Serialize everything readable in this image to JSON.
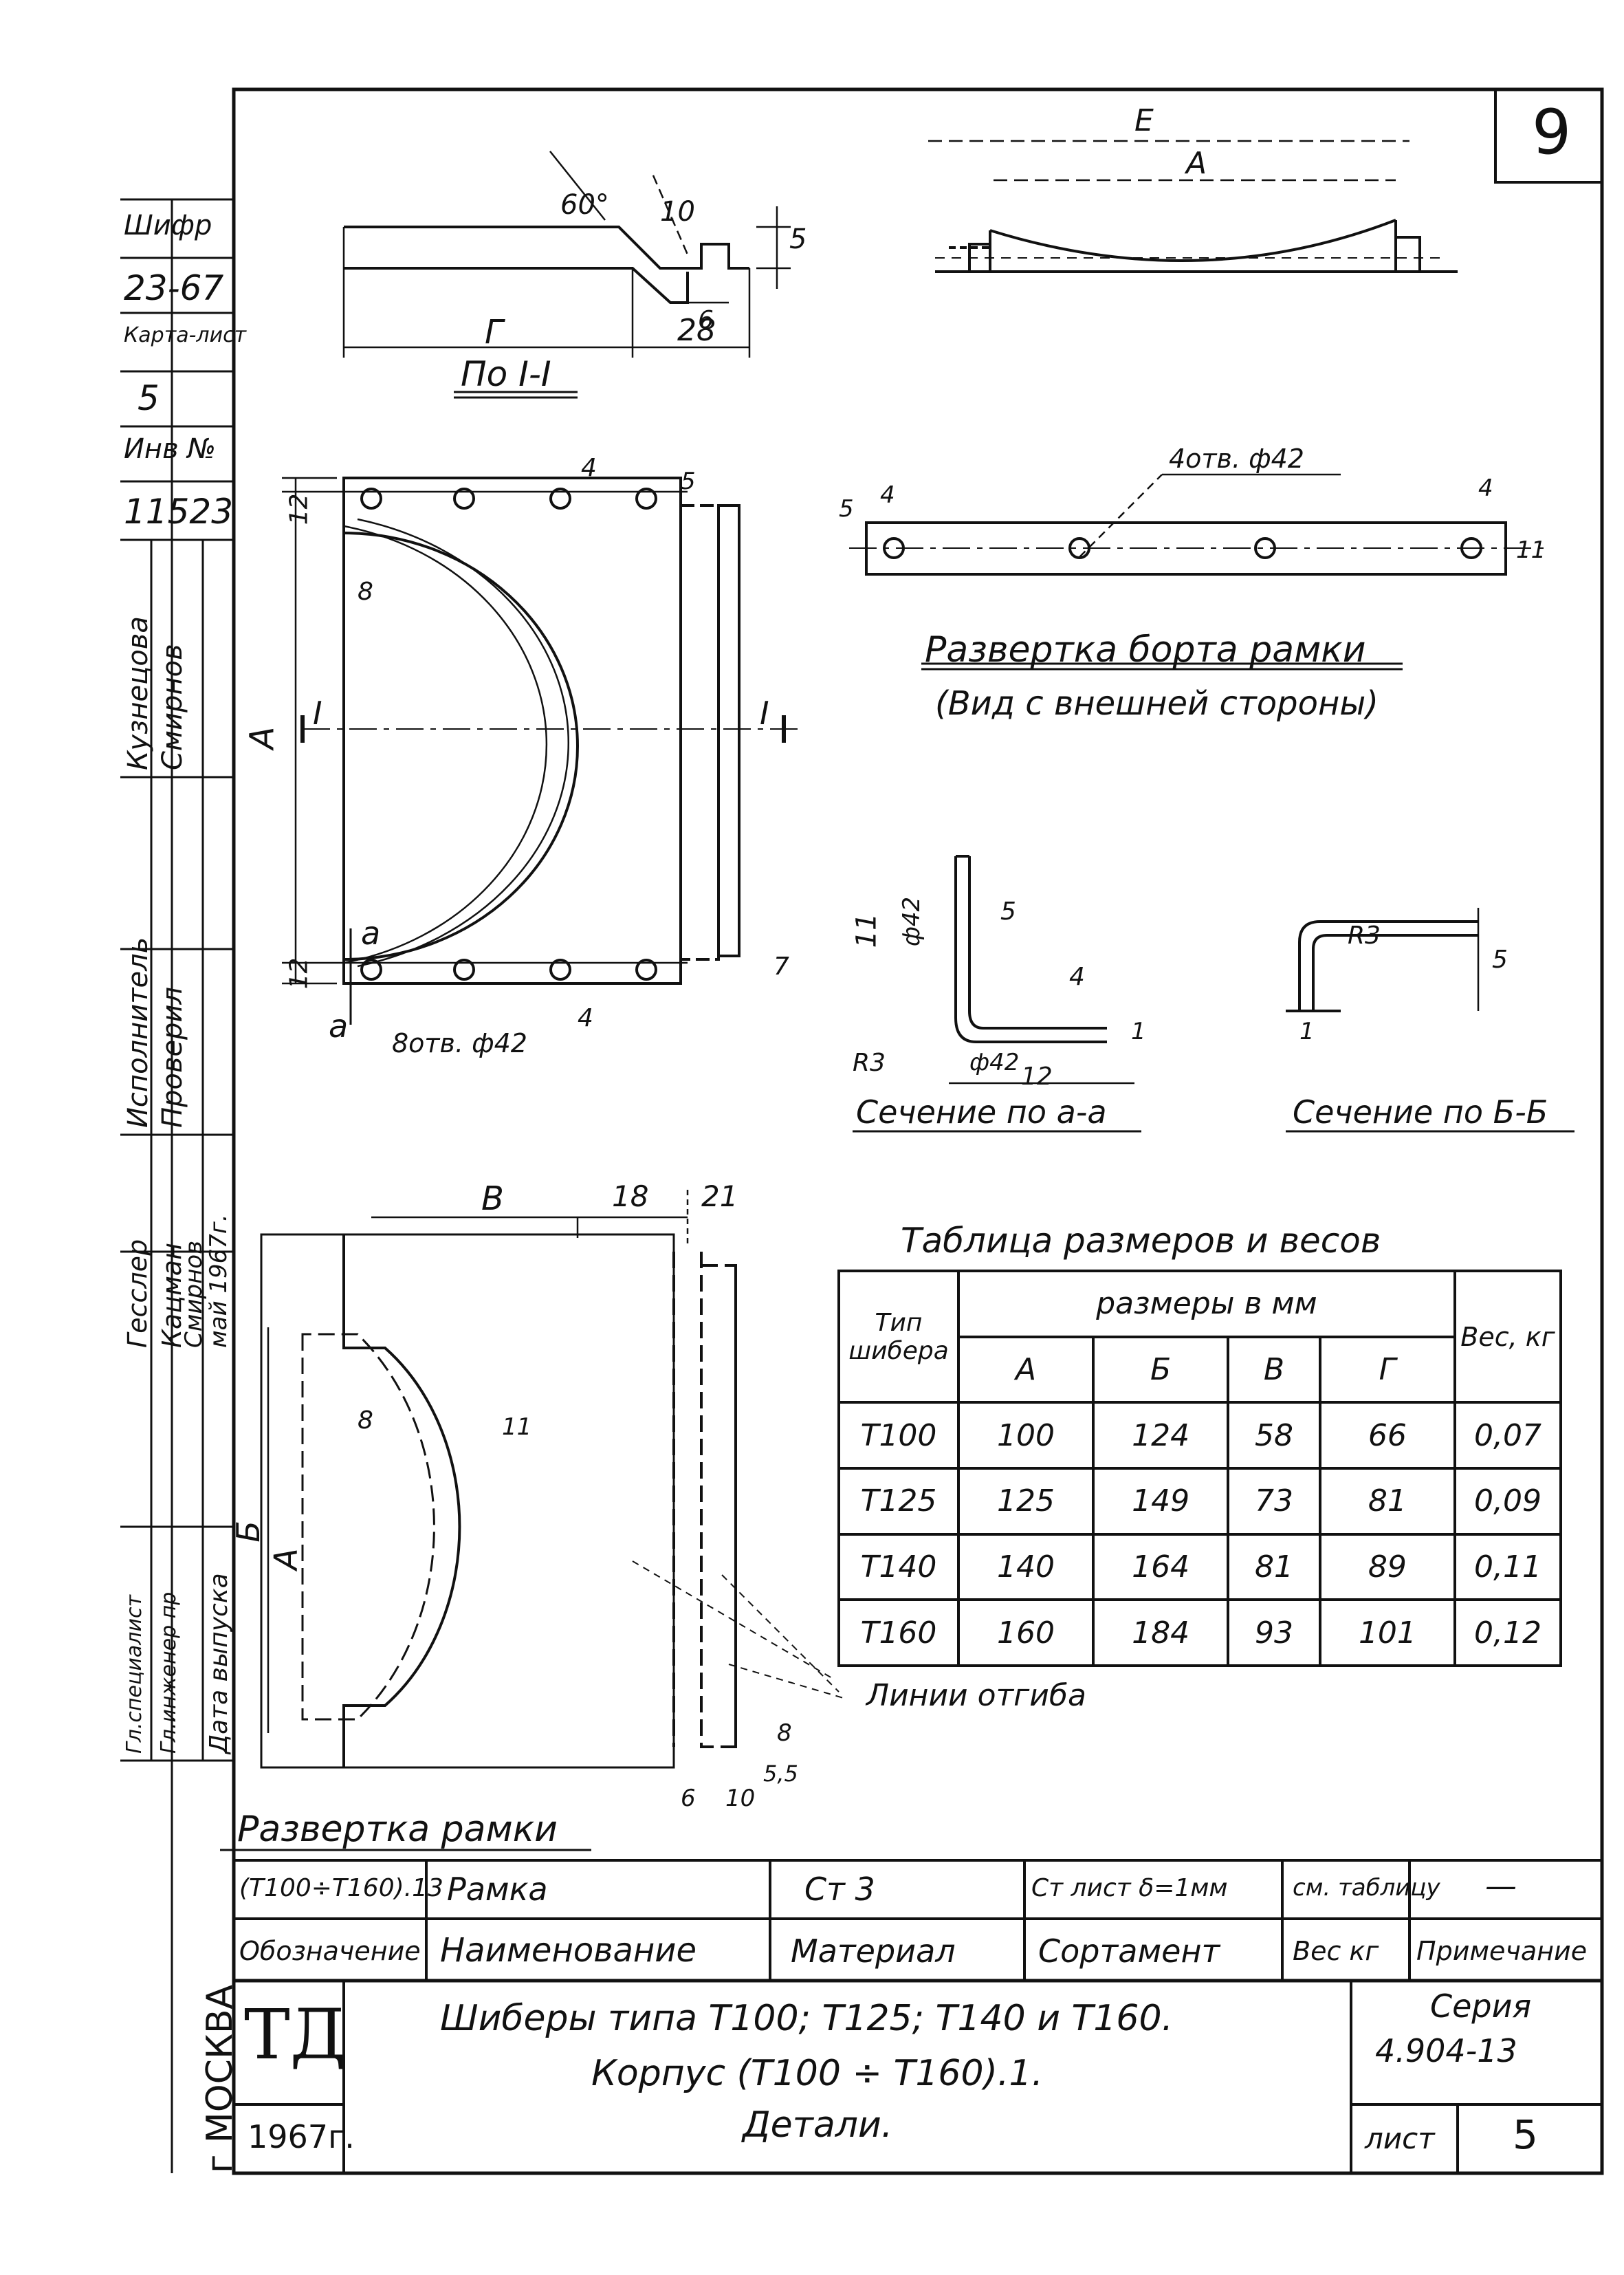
{
  "sheet": {
    "corner_number": "9",
    "side_stamp": {
      "field1_label": "Шифр",
      "field1_value": "23-67",
      "field2_label": "Карта-лист",
      "field2_value": "5",
      "field3_label": "Инв №",
      "field3_value": "11523"
    },
    "signatures": {
      "roles": [
        "Исполнитель",
        "Проверил"
      ],
      "names": [
        "Кузнецова",
        "Смирнов"
      ],
      "roles2": [
        "Гл.специалист",
        "Гл.инженер пр",
        "Дата выпуска"
      ],
      "names2": [
        "Гесслер",
        "Кацман",
        "Смирнов",
        "май 1967г."
      ]
    },
    "org": "г МОСКВА"
  },
  "views": {
    "section_1_1_title": "По I-I",
    "flange_title": "Развертка борта рамки",
    "flange_subtitle": "(Вид с внешней стороны)",
    "flange_holes": "4отв. ф42",
    "section_aa_title": "Сечение по а-а",
    "section_bb_title": "Сечение по Б-Б",
    "frame_holes": "8отв. ф42",
    "frame_unfold_title": "Развертка рамки",
    "bend_lines": "Линии отгиба"
  },
  "dims": {
    "angle": "60°",
    "d10": "10",
    "d5": "5",
    "d6": "6",
    "d28": "28",
    "G": "Г",
    "A": "А",
    "E": "Е",
    "B": "Б",
    "V": "В",
    "d12": "12",
    "d4": "4",
    "d8": "8",
    "d7": "7",
    "d11": "11",
    "d18": "18",
    "d21": "21",
    "d1": "1",
    "phi42": "ф42",
    "R3": "R3",
    "d55": "5,5",
    "label_I": "I",
    "label_a": "а",
    "d6b": "6",
    "d10b": "10"
  },
  "table": {
    "title": "Таблица размеров и весов",
    "head_type": "Тип шибера",
    "head_dims": "размеры в мм",
    "head_weight": "Вес, кг",
    "cols": [
      "А",
      "Б",
      "В",
      "Г"
    ],
    "rows": [
      {
        "type": "Т100",
        "A": "100",
        "B": "124",
        "V": "58",
        "G": "66",
        "w": "0,07"
      },
      {
        "type": "Т125",
        "A": "125",
        "B": "149",
        "V": "73",
        "G": "81",
        "w": "0,09"
      },
      {
        "type": "Т140",
        "A": "140",
        "B": "164",
        "V": "81",
        "G": "89",
        "w": "0,11"
      },
      {
        "type": "Т160",
        "A": "160",
        "B": "184",
        "V": "93",
        "G": "101",
        "w": "0,12"
      }
    ]
  },
  "spec": {
    "designation": "(Т100÷Т160).13",
    "name": "Рамка",
    "material": "Ст 3",
    "assortment": "Ст лист δ=1мм",
    "weight": "см. таблицу",
    "note": "—",
    "h_designation": "Обозначение",
    "h_name": "Наименование",
    "h_material": "Материал",
    "h_assortment": "Сортамент",
    "h_weight": "Вес кг",
    "h_note": "Примечание"
  },
  "titleblock": {
    "logo": "ТД",
    "year": "1967г.",
    "line1": "Шиберы типа Т100; Т125; Т140 и Т160.",
    "line2": "Корпус (Т100 ÷ Т160).1.",
    "line3": "Детали.",
    "series_label": "Серия",
    "series_value": "4.904-13",
    "sheet_label": "лист",
    "sheet_value": "5"
  }
}
